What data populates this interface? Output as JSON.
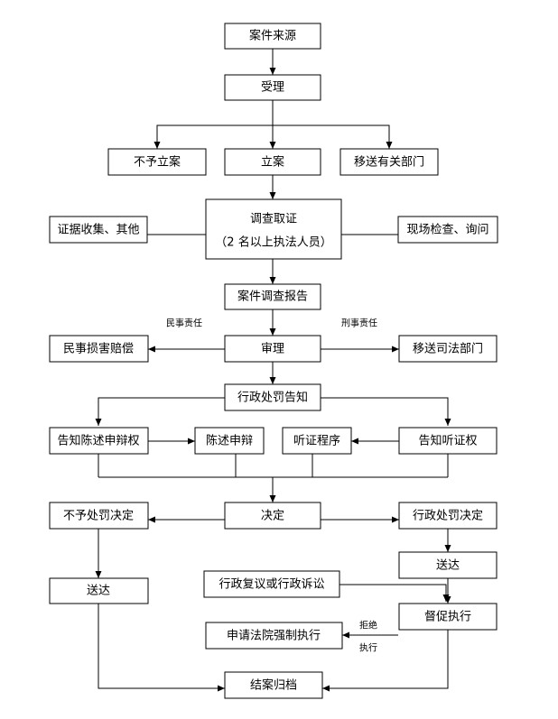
{
  "nodes": {
    "source": "案件来源",
    "accept": "受理",
    "no_case": "不予立案",
    "file_case": "立案",
    "transfer_dept": "移送有关部门",
    "evidence": "证据收集、其他",
    "investigate_title": "调查取证",
    "investigate_note": "（2 名以上执法人员）",
    "inspect": "现场检查、询问",
    "report": "案件调查报告",
    "review": "审理",
    "civil": "民事损害赔偿",
    "judicial": "移送司法部门",
    "notice": "行政处罚告知",
    "notify_statement": "告知陈述申辩权",
    "statement": "陈述申辩",
    "hearing": "听证程序",
    "notify_hearing": "告知听证权",
    "decision": "决定",
    "no_penalty": "不予处罚决定",
    "penalty": "行政处罚决定",
    "deliver_left": "送达",
    "deliver_right": "送达",
    "reconsider": "行政复议或行政诉讼",
    "supervise": "督促执行",
    "court": "申请法院强制执行",
    "archive": "结案归档"
  },
  "labels": {
    "civil_liability": "民事责任",
    "criminal_liability": "刑事责任",
    "refuse": "拒绝",
    "execute": "执行"
  }
}
